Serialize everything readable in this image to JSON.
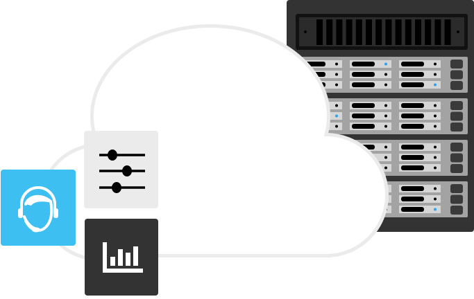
{
  "colors": {
    "rack": "#333333",
    "rack_unit": "#a3a3a3",
    "drive": "#d6d6d6",
    "led_active": "#2aa3f0",
    "cloud_outline": "#ebebeb",
    "support_tile": "#3dbff2",
    "settings_tile": "#ebebeb",
    "analytics_tile": "#333333"
  },
  "icons": {
    "support": "headset-agent-icon",
    "settings": "sliders-icon",
    "analytics": "bar-chart-icon"
  },
  "rack": {
    "units": 4,
    "active_leds": [
      [
        [
          1,
          0
        ],
        [
          2,
          2
        ]
      ],
      [
        [
          0,
          1
        ]
      ],
      [
        [
          0,
          2
        ]
      ],
      [
        [
          1,
          0
        ],
        [
          2,
          2
        ]
      ]
    ]
  }
}
